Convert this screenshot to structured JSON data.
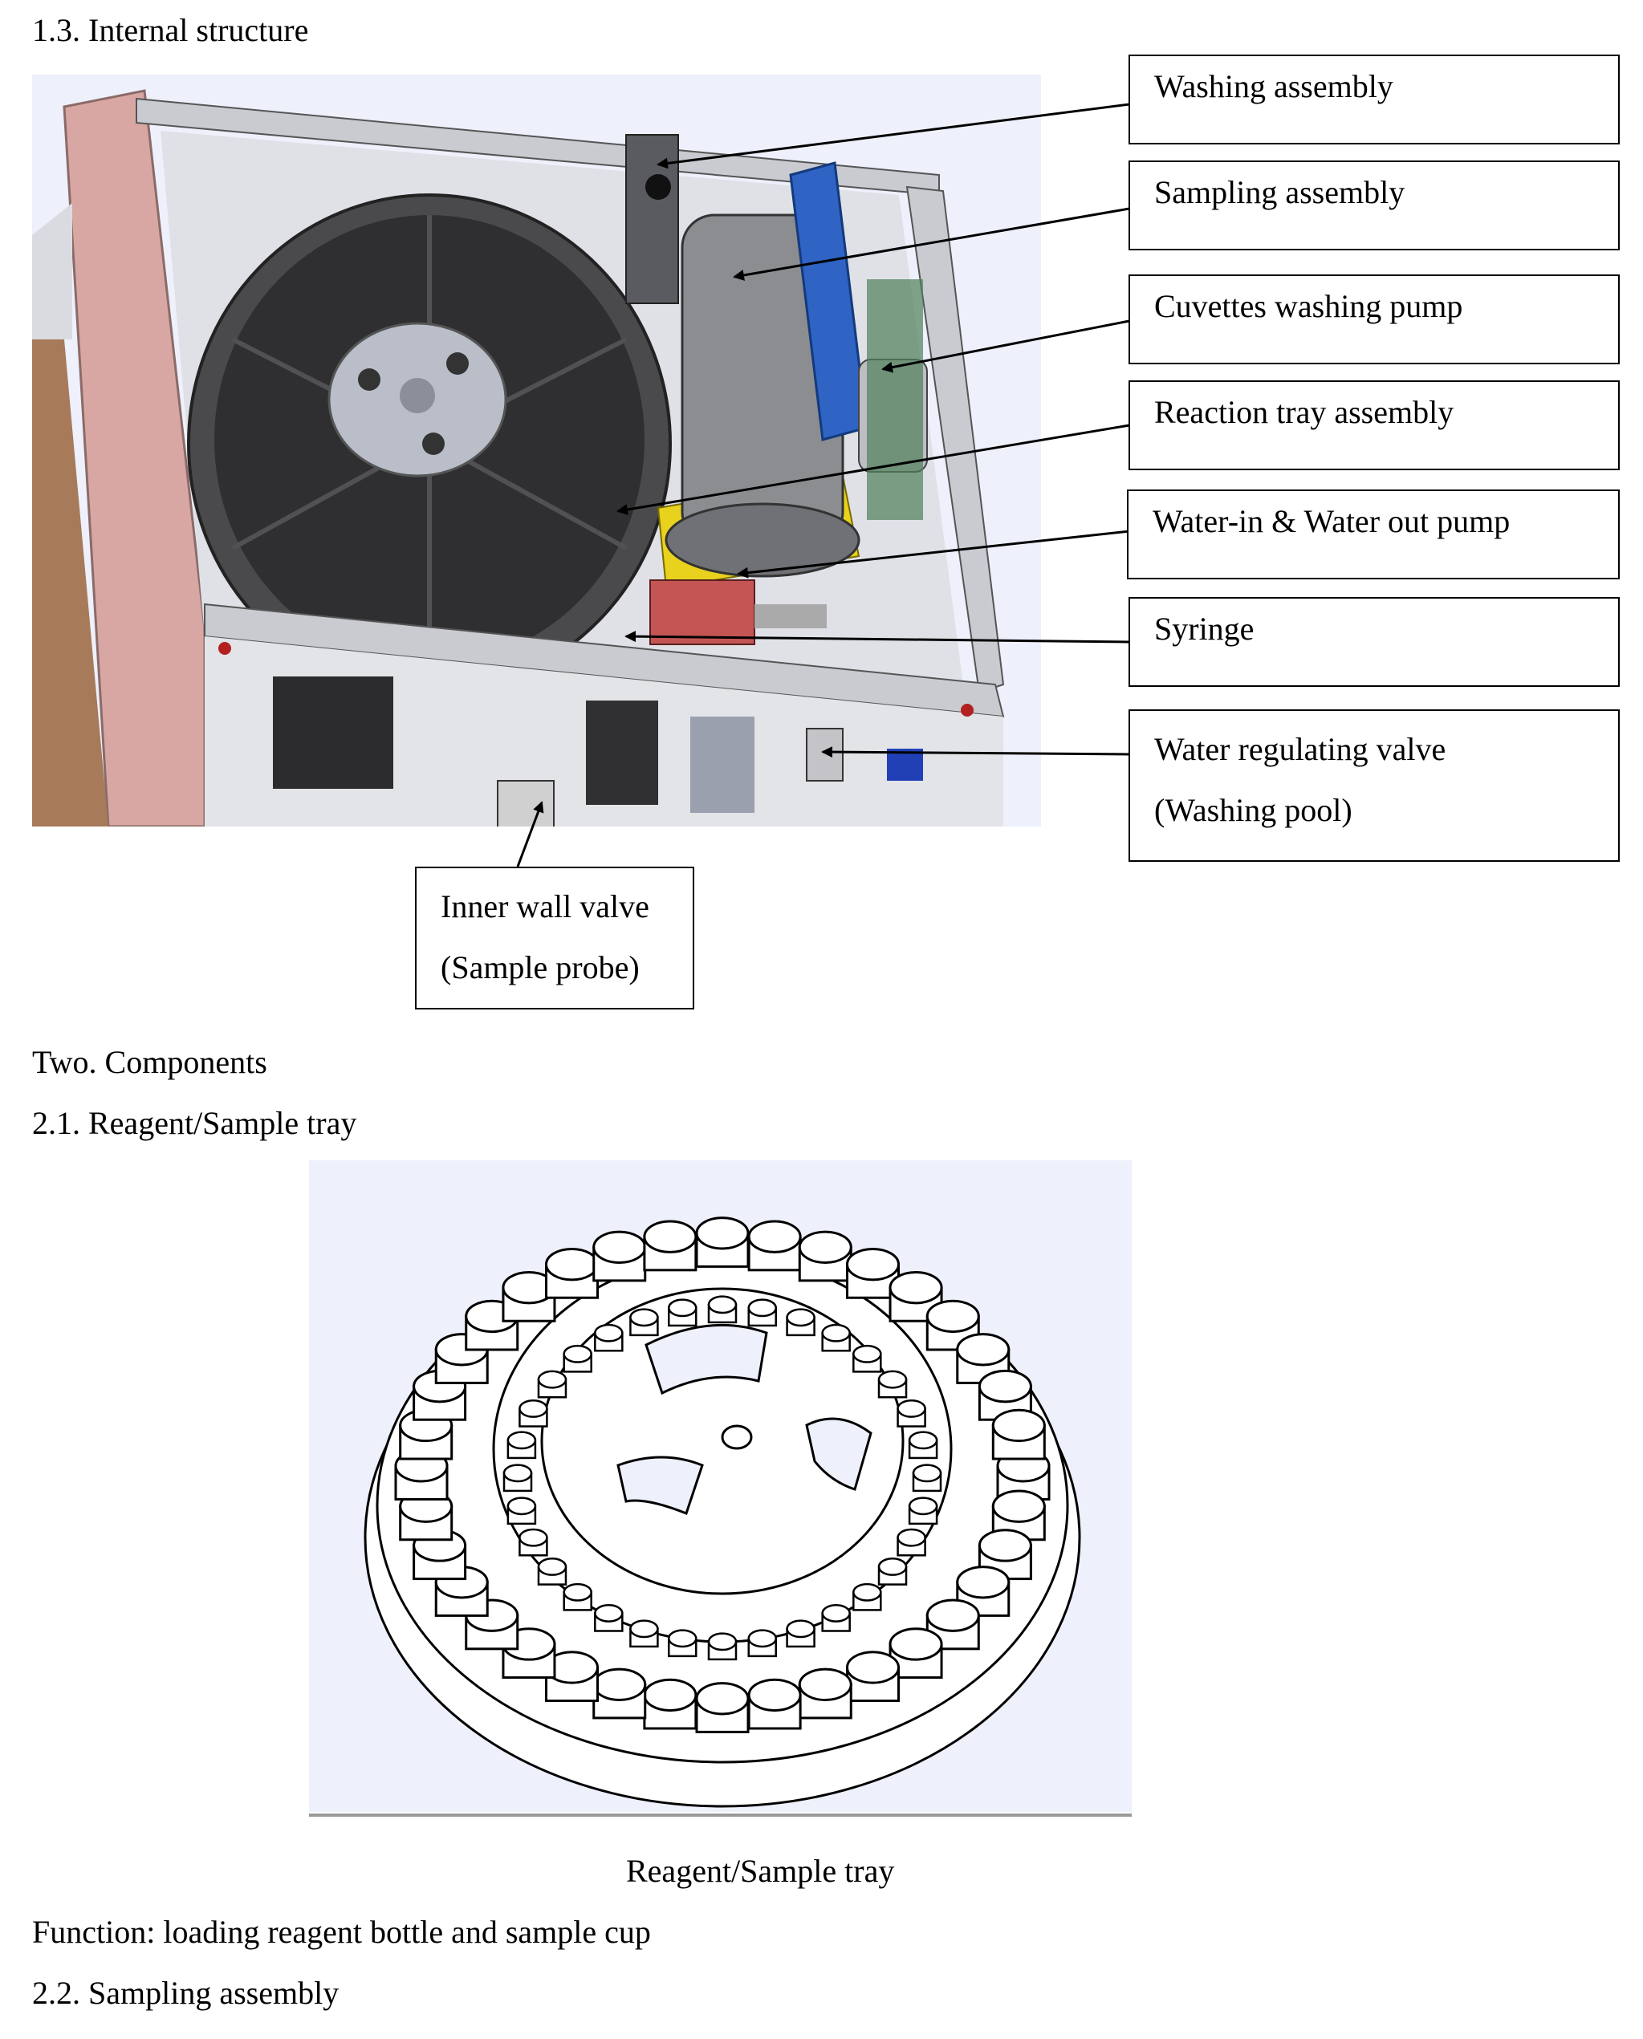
{
  "section_1_3": {
    "heading": "1.3. Internal structure"
  },
  "callouts": [
    {
      "id": "washing",
      "text": "Washing assembly"
    },
    {
      "id": "sampling",
      "text": "Sampling assembly"
    },
    {
      "id": "cuvettes",
      "text": "Cuvettes washing pump"
    },
    {
      "id": "reaction",
      "text": "Reaction tray assembly"
    },
    {
      "id": "water-pump",
      "text": "Water-in & Water out pump"
    },
    {
      "id": "syringe",
      "text": "Syringe"
    },
    {
      "id": "water-valve",
      "lines": [
        "Water regulating valve",
        "(Washing pool)"
      ]
    },
    {
      "id": "inner-valve",
      "lines": [
        "Inner wall valve",
        "(Sample probe)"
      ]
    }
  ],
  "section_two": {
    "heading": "Two. Components"
  },
  "section_2_1": {
    "heading": "2.1. Reagent/Sample tray",
    "caption": "Reagent/Sample tray",
    "function": "Function: loading reagent bottle and sample cup"
  },
  "section_2_2": {
    "heading": "2.2. Sampling assembly"
  },
  "colors": {
    "figure_bg": "#eef0fb",
    "frame_gray": "#c9cbd0",
    "tray_dark": "#3b3b3d",
    "yellow_mount": "#e8d21e",
    "blue_arm": "#2f63c4",
    "pink_panel": "#d8a7a3"
  }
}
